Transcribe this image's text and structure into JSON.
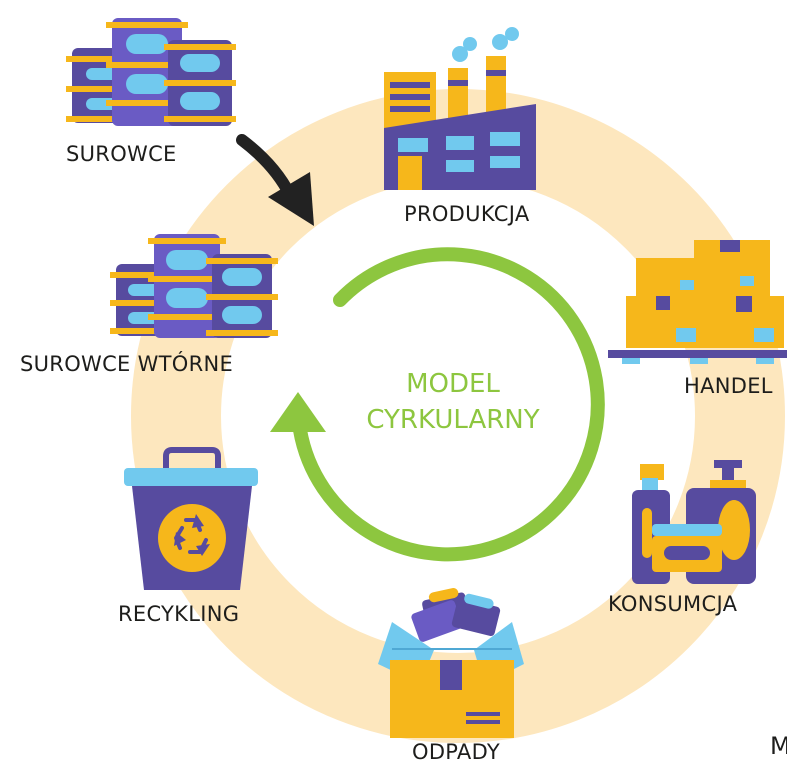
{
  "center": {
    "line1": "MODEL",
    "line2": "CYRKULARNY"
  },
  "stages": {
    "surowce": "SUROWCE",
    "produkcja": "PRODUKCJA",
    "handel": "HANDEL",
    "konsumcja": "KONSUMCJA",
    "odpady": "ODPADY",
    "recykling": "RECYKLING",
    "surowce_wtorne": "SUROWCE WTÓRNE"
  },
  "corner_text": "M",
  "colors": {
    "ring": "#fde7be",
    "arrow": "#8dc63f",
    "input_arrow": "#222222",
    "purple": "#574b9f",
    "yellow": "#f6b71b",
    "light_blue": "#71c9ee"
  }
}
